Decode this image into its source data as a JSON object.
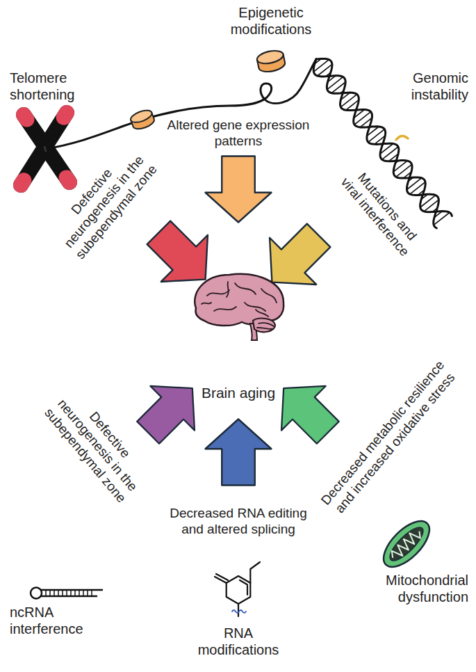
{
  "diagram": {
    "nodes": [
      {
        "text": [
          "Brain aging"
        ]
      }
    ],
    "labels": [
      "Epigenetic modifications",
      "Telomere shortening",
      "Genomic instability",
      "Defective neurogenesis in the subependymal zone",
      "Altered gene expression patterns",
      "Mutations and viral interference",
      "Defective neurogenesis in the subependymal zone",
      "Decreased RNA editing and altered splicing",
      "Decreased metabolic resilience and increased oxidative stress",
      "ncRNA interference",
      "RNA modifications",
      "Mitochondrial dysfunction"
    ]
  }
}
